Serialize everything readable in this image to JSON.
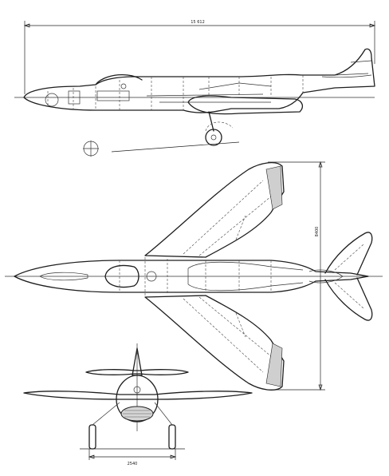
{
  "colors": {
    "ink": "#1e1e1e",
    "paper": "#ffffff"
  },
  "drawing": {
    "dimensions": {
      "overall_length": "15 612",
      "span": "8400",
      "track": "2540"
    }
  }
}
